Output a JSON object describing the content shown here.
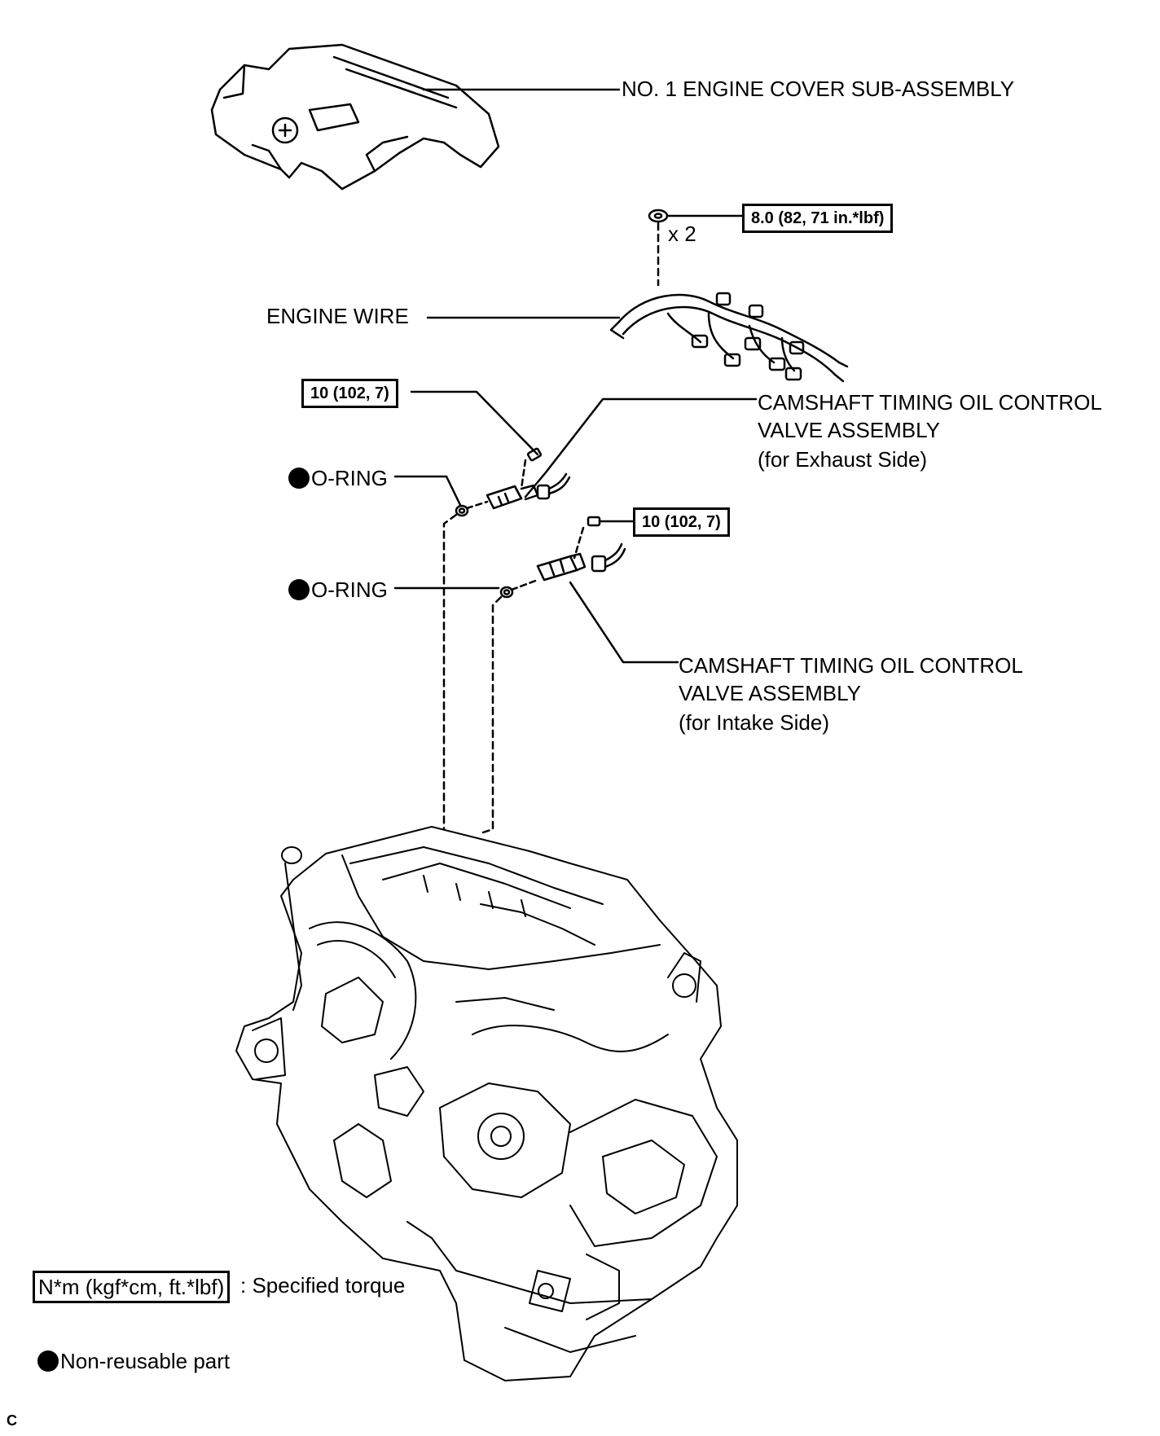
{
  "labels": {
    "engine_cover": "NO. 1 ENGINE COVER SUB-ASSEMBLY",
    "engine_wire": "ENGINE WIRE",
    "multiplier": "x 2",
    "oring_1": "O-RING",
    "oring_2": "O-RING",
    "ocv_exhaust": {
      "line1": "CAMSHAFT TIMING OIL CONTROL",
      "line2": "VALVE ASSEMBLY",
      "line3": "(for Exhaust Side)"
    },
    "ocv_intake": {
      "line1": "CAMSHAFT TIMING OIL CONTROL",
      "line2": "VALVE ASSEMBLY",
      "line3": "(for Intake Side)"
    }
  },
  "torque_specs": {
    "wire_nut": "8.0 (82, 71 in.*lbf)",
    "exhaust_bolt": "10 (102, 7)",
    "intake_bolt": "10 (102, 7)"
  },
  "legend": {
    "torque_unit": "N*m (kgf*cm, ft.*lbf)",
    "torque_desc": ": Specified torque",
    "non_reusable": "Non-reusable part"
  },
  "figure_code": "C",
  "colors": {
    "ink": "#000000",
    "paper": "#ffffff"
  }
}
